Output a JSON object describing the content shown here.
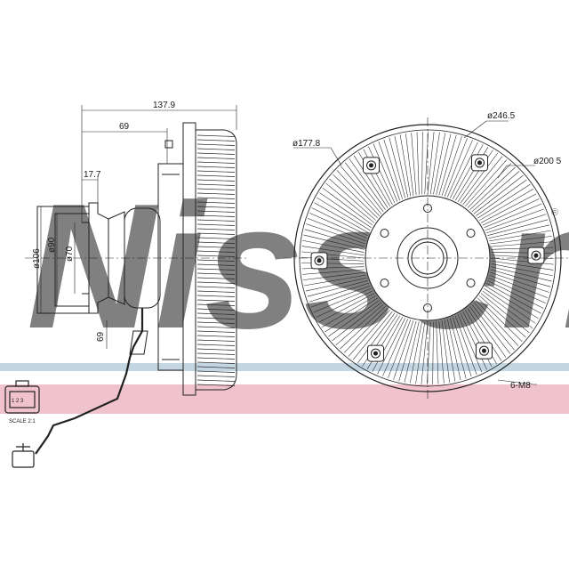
{
  "watermark": {
    "brand": "Nissens",
    "registered": "®",
    "color": "#7fa6c6"
  },
  "band": {
    "color": "#e9aebb"
  },
  "side_view": {
    "overall_length": "137.9",
    "depth_69": "69",
    "depth_17_7": "17.7",
    "dia_106": "ø106",
    "dia_90": "ø90",
    "dia_70": "ø70",
    "dim_69_small": "69"
  },
  "connector": {
    "pins": "1 2 3",
    "scale": "SCALE 2:1"
  },
  "front_view": {
    "dia_246_5": "ø246.5",
    "dia_177_8": "ø177.8",
    "dia_200_5": "ø200 5",
    "bolt_callout": "6-M8"
  }
}
